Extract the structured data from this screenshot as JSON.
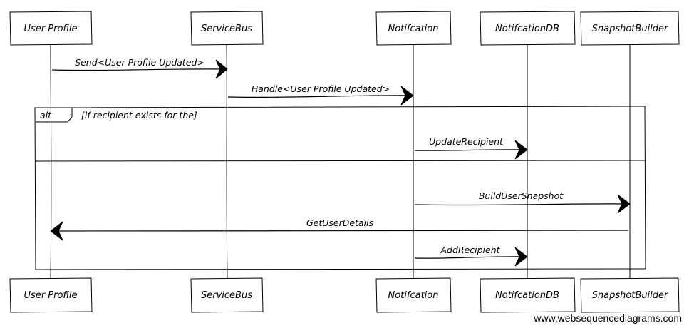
{
  "participants": [
    {
      "id": "user-profile",
      "label": "User Profile"
    },
    {
      "id": "service-bus",
      "label": "ServiceBus"
    },
    {
      "id": "notification",
      "label": "Notifcation"
    },
    {
      "id": "notification-db",
      "label": "NotifcationDB"
    },
    {
      "id": "snapshot-builder",
      "label": "SnapshotBuilder"
    }
  ],
  "messages": [
    {
      "from": "user-profile",
      "to": "service-bus",
      "label": "Send<User Profile Updated>"
    },
    {
      "from": "service-bus",
      "to": "notification",
      "label": "Handle<User Profile Updated>"
    },
    {
      "from": "notification",
      "to": "notification-db",
      "label": "UpdateRecipient"
    },
    {
      "from": "notification",
      "to": "snapshot-builder",
      "label": "BuildUserSnapshot"
    },
    {
      "from": "snapshot-builder",
      "to": "user-profile",
      "label": "GetUserDetails"
    },
    {
      "from": "notification",
      "to": "notification-db",
      "label": "AddRecipient"
    }
  ],
  "alt_frame": {
    "keyword": "alt",
    "condition": "[if recipient exists for the]"
  },
  "watermark": "www.websequencediagrams.com"
}
